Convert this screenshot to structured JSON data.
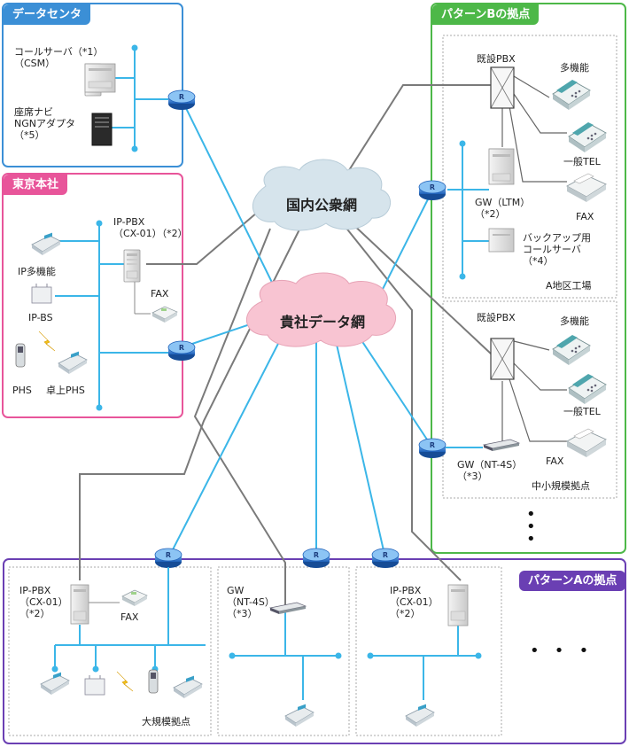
{
  "colors": {
    "blue_frame": "#3b8fd6",
    "pink_frame": "#e8559a",
    "green_frame": "#4db848",
    "purple_frame": "#6a3fb3",
    "cyan_line": "#3bb6e8",
    "gray_line": "#777777",
    "public_cloud": "#d6e4ec",
    "company_cloud": "#f8c4d2"
  },
  "sections": {
    "data_center": "データセンタ",
    "tokyo_hq": "東京本社",
    "pattern_b": "パターンBの拠点",
    "pattern_a": "パターンAの拠点"
  },
  "clouds": {
    "public": "国内公衆網",
    "company": "貴社データ網"
  },
  "router_label": "R",
  "data_center": {
    "call_server": "コールサーバ（*1）\n（CSM）",
    "ngn_adapter": "座席ナビ\nNGNアダプタ\n（*5）"
  },
  "tokyo": {
    "ip_pbx": "IP-PBX\n（CX-01）（*2）",
    "ip_multi": "IP多機能",
    "ip_bs": "IP-BS",
    "fax": "FAX",
    "phs": "PHS",
    "desk_phs": "卓上PHS"
  },
  "pattern_b_factory": {
    "pbx": "既設PBX",
    "multi": "多機能",
    "general_tel": "一般TEL",
    "fax": "FAX",
    "gw": "GW（LTM）\n（*2）",
    "backup": "バックアップ用\nコールサーバ\n（*4）",
    "site": "A地区工場"
  },
  "pattern_b_small": {
    "pbx": "既設PBX",
    "multi": "多機能",
    "general_tel": "一般TEL",
    "fax": "FAX",
    "gw": "GW（NT-4S）\n（*3）",
    "site": "中小規模拠点"
  },
  "pattern_a": {
    "large_pbx": "IP-PBX\n（CX-01）\n（*2）",
    "large_fax": "FAX",
    "large_site": "大規模拠点",
    "gw": "GW\n（NT-4S）\n（*3）",
    "small_pbx": "IP-PBX\n（CX-01）\n（*2）"
  },
  "ellipsis_vertical": "•\n•\n•",
  "ellipsis_horizontal": "•   •   •"
}
